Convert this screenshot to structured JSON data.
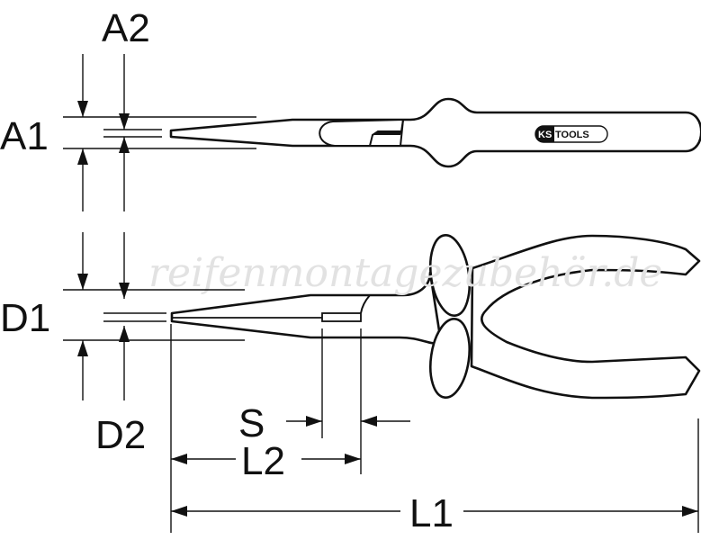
{
  "drawing": {
    "title": "Long nose pliers dimension drawing",
    "labels": {
      "a1": "A1",
      "a2": "A2",
      "d1": "D1",
      "d2": "D2",
      "s": "S",
      "l1": "L1",
      "l2": "L2"
    },
    "logo": {
      "ks": "KS",
      "tools": "TOOLS"
    },
    "watermark": "reifenmontagezubehör.de",
    "line_color": "#111111"
  }
}
